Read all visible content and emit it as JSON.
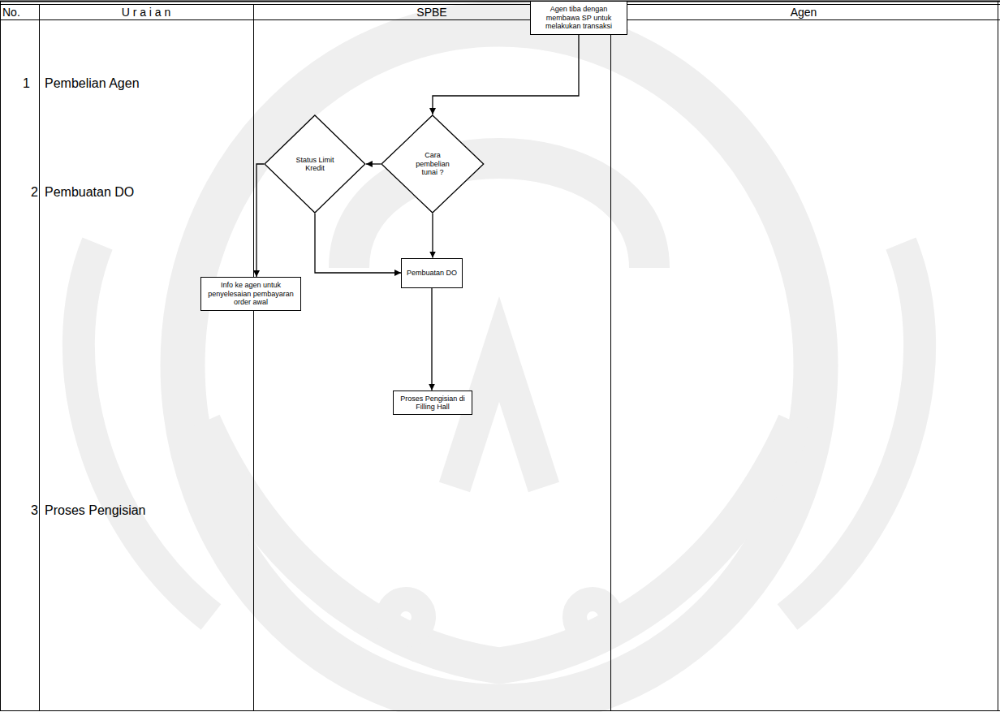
{
  "diagram": {
    "nodes": [
      {
        "text": [
          "Agen tiba dengan membawa SP untuk melakukan transaksi"
        ]
      },
      {
        "text": [
          "Cara pembelian tunai ?"
        ]
      },
      {
        "text": [
          "Status Limit Kredit"
        ]
      },
      {
        "text": [
          "Pembuatan DO"
        ]
      },
      {
        "text": [
          "Info ke agen untuk penyelesaian pembayaran order awal"
        ]
      },
      {
        "text": [
          "Proses Pengisian di Filling Hall"
        ]
      }
    ],
    "edges": [
      {
        "from": 0,
        "to": 1,
        "arrow": "to"
      },
      {
        "from": 1,
        "to": 2,
        "arrow": "to"
      },
      {
        "from": 1,
        "to": 3,
        "arrow": "to"
      },
      {
        "from": 2,
        "to": 3,
        "arrow": "to"
      },
      {
        "from": 2,
        "to": 4,
        "arrow": "to"
      },
      {
        "from": 3,
        "to": 5,
        "arrow": "to"
      }
    ],
    "labels": [
      "No.",
      "U r a i a n",
      "SPBE",
      "Agen",
      "1",
      "Pembelian Agen",
      "2",
      "Pembuatan DO",
      "3",
      "Proses Pengisian"
    ]
  }
}
